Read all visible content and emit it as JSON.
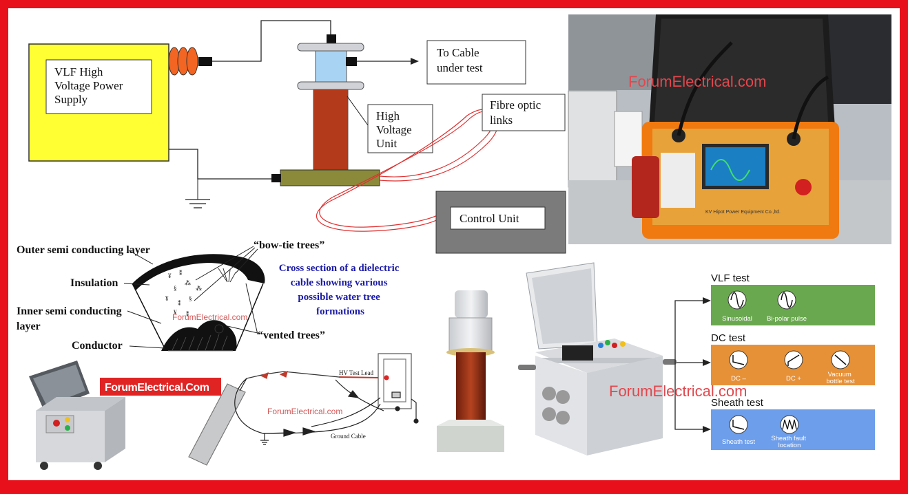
{
  "schematic": {
    "power_supply_label": [
      "VLF High",
      "Voltage Power",
      "Supply"
    ],
    "cable_label": [
      "To Cable",
      "under test"
    ],
    "hv_unit_label": [
      "High",
      "Voltage",
      "Unit"
    ],
    "fibre_label": [
      "Fibre optic",
      "links"
    ],
    "control_unit_label": "Control Unit"
  },
  "photo_top_right": {
    "watermark": "ForumElectrical.com",
    "panel_brand": "KV Hipot Power Equipment Co.,ltd."
  },
  "cross_section": {
    "outer_layer": "Outer semi conducting layer",
    "insulation": "Insulation",
    "inner_layer": [
      "Inner semi conducting",
      "layer"
    ],
    "conductor": "Conductor",
    "bowtie": "“bow-tie trees”",
    "vented": "“vented trees”",
    "watermark": "ForumElectrical.com",
    "caption": [
      "Cross section of a dielectric",
      "cable showing various",
      "possible water tree",
      "formations"
    ]
  },
  "badge": "ForumElectrical.Com",
  "wiring": {
    "hv_lead": "HV Test Lead",
    "ground": "Ground Cable",
    "watermark": "ForumElectrical.com"
  },
  "tests": {
    "vlf_title": "VLF test",
    "vlf_items": [
      "Sinusoidal",
      "Bi-polar pulse"
    ],
    "dc_title": "DC test",
    "dc_items": [
      "DC –",
      "DC +",
      [
        "Vacuum",
        "bottle test"
      ]
    ],
    "sheath_title": "Sheath test",
    "sheath_items": [
      "Sheath test",
      [
        "Sheath fault",
        "location"
      ]
    ],
    "watermark": "ForumElectrical.com"
  },
  "colors": {
    "border": "#e8101a",
    "vlf_green": "#6aa84f",
    "dc_orange": "#e69138",
    "sheath_blue": "#6d9eeb",
    "caption_blue": "#1a1aa6",
    "badge_red": "#e02424"
  }
}
